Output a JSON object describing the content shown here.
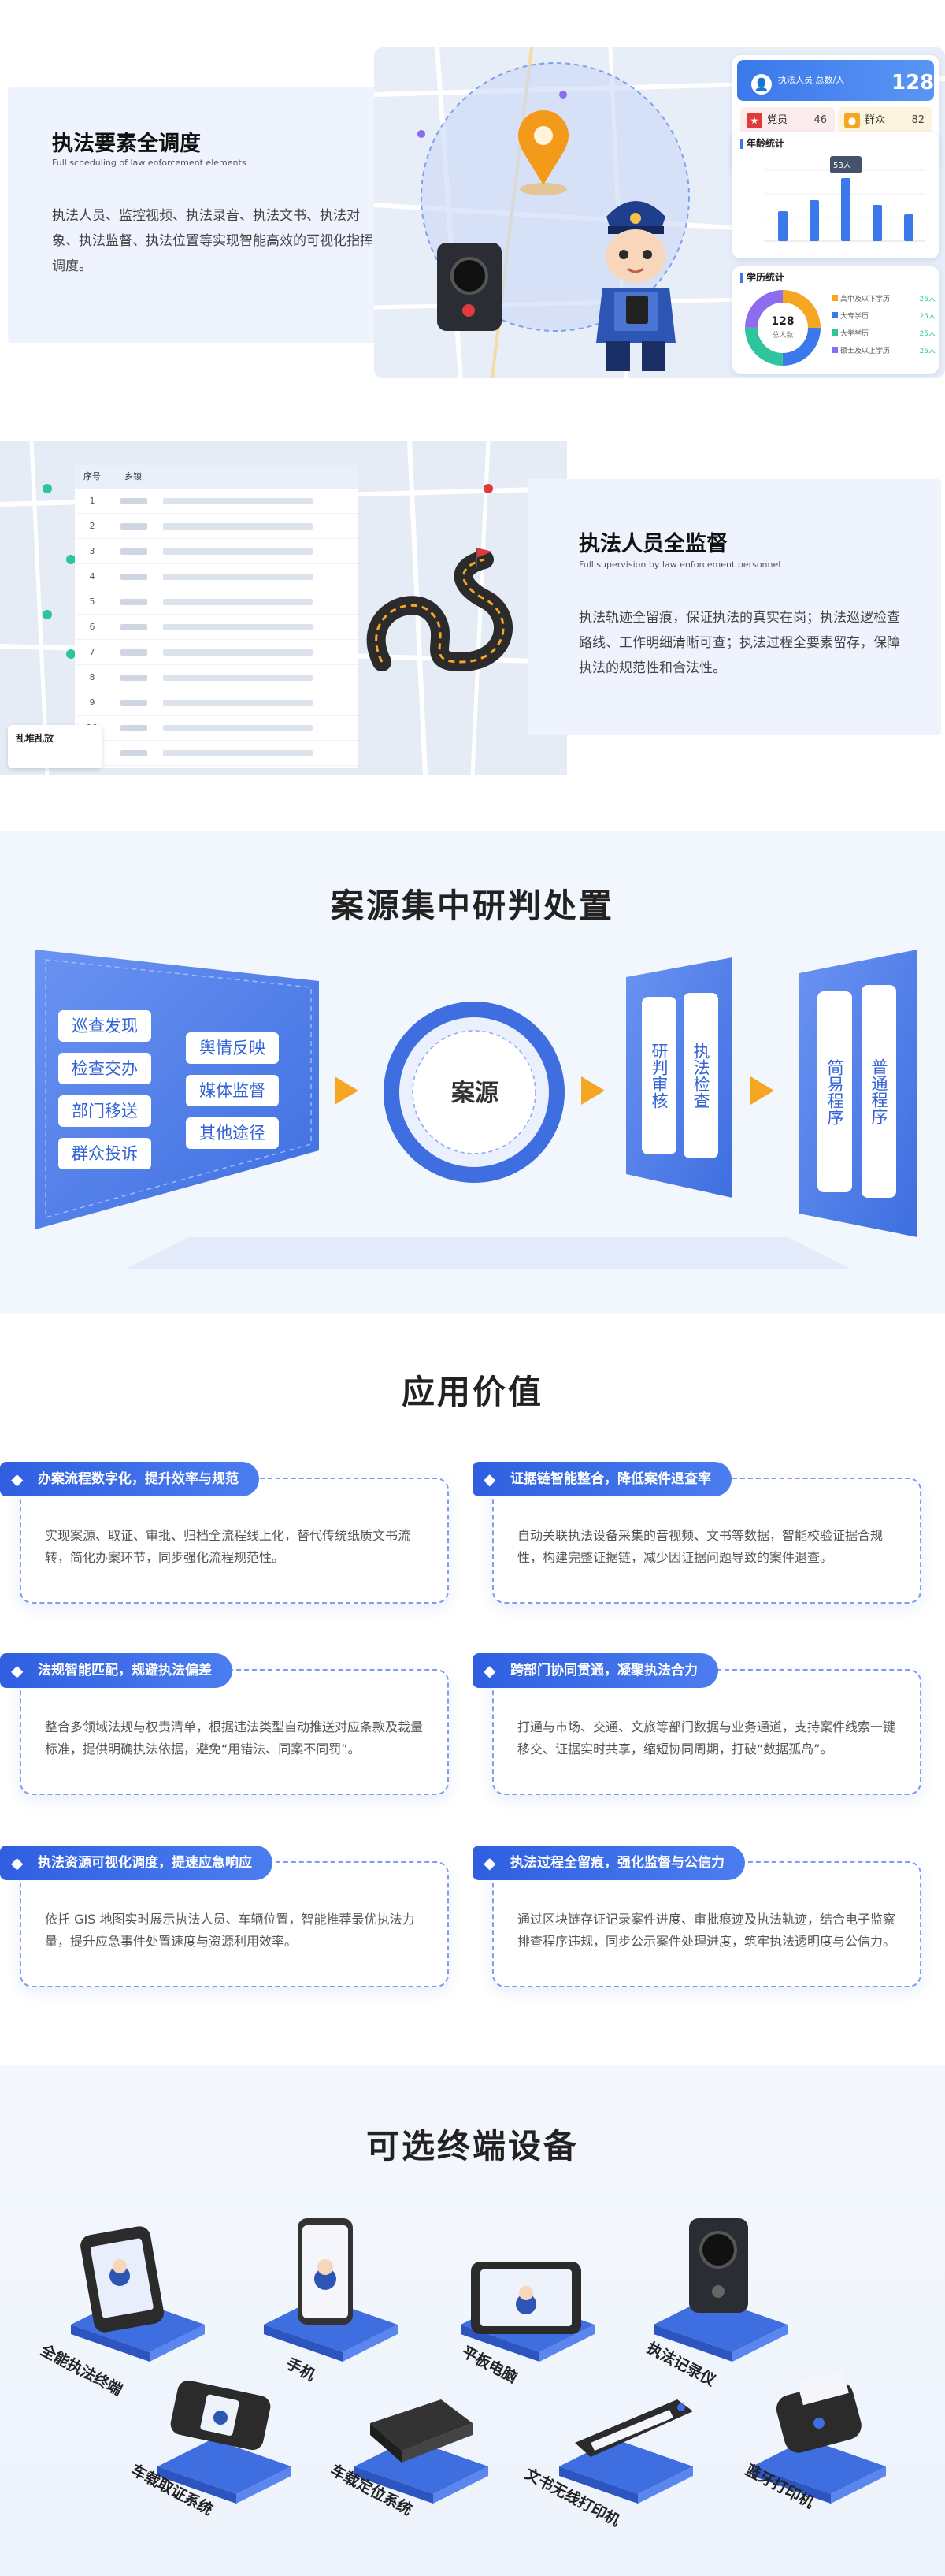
{
  "section1": {
    "title": "执法要素全调度",
    "subtitle": "Full scheduling of law enforcement elements",
    "body": "执法人员、监控视频、执法录音、执法文书、执法对象、执法监督、执法位置等实现智能高效的可视化指挥调度。",
    "dashboard": {
      "total_label": "执法人员 总数/人",
      "total_value": "128",
      "chip_a_label": "党员",
      "chip_a_value": "46",
      "chip_b_label": "群众",
      "chip_b_value": "82",
      "age_title": "年龄统计",
      "age_tooltip": "53人",
      "edu_title": "学历统计",
      "edu_center_value": "128",
      "edu_center_label": "总人数",
      "edu_legend": [
        {
          "label": "高中及以下学历",
          "value": "25人",
          "color": "#f5a623"
        },
        {
          "label": "大专学历",
          "value": "25人",
          "color": "#3b78ea"
        },
        {
          "label": "大学学历",
          "value": "25人",
          "color": "#2fc49c"
        },
        {
          "label": "硕士及以上学历",
          "value": "25人",
          "color": "#8d6cf0"
        }
      ]
    }
  },
  "section2": {
    "title": "执法人员全监督",
    "subtitle": "Full supervision by law enforcement personnel",
    "body": "执法轨迹全留痕，保证执法的真实在岗；执法巡逻检查路线、工作明细清晰可查；执法过程全要素留存，保障执法的规范性和合法性。",
    "table_headers": [
      "序号",
      "乡镇"
    ],
    "table_rows": [
      "1",
      "2",
      "3",
      "4",
      "5",
      "6",
      "7",
      "8",
      "9",
      "10",
      "11"
    ],
    "map_popup_title": "乱堆乱放"
  },
  "section3": {
    "title": "案源集中研判处置",
    "sources_left": [
      "巡查发现",
      "检查交办",
      "部门移送",
      "群众投诉"
    ],
    "sources_right": [
      "舆情反映",
      "媒体监督",
      "其他途径"
    ],
    "core": "案源",
    "step2": [
      "研判审核",
      "执法检查"
    ],
    "step3": [
      "简易程序",
      "普通程序"
    ]
  },
  "section4": {
    "title": "应用价值",
    "cards": [
      {
        "title": "办案流程数字化，提升效率与规范",
        "body": "实现案源、取证、审批、归档全流程线上化，替代传统纸质文书流转，简化办案环节，同步强化流程规范性。"
      },
      {
        "title": "证据链智能整合，降低案件退查率",
        "body": "自动关联执法设备采集的音视频、文书等数据，智能校验证据合规性，构建完整证据链，减少因证据问题导致的案件退查。"
      },
      {
        "title": "法规智能匹配，规避执法偏差",
        "body": "整合多领域法规与权责清单，根据违法类型自动推送对应条款及裁量标准，提供明确执法依据，避免“用错法、同案不同罚”。"
      },
      {
        "title": "跨部门协同贯通，凝聚执法合力",
        "body": "打通与市场、交通、文旅等部门数据与业务通道，支持案件线索一键移交、证据实时共享，缩短协同周期，打破“数据孤岛”。"
      },
      {
        "title": "执法资源可视化调度，提速应急响应",
        "body": "依托 GIS 地图实时展示执法人员、车辆位置，智能推荐最优执法力量，提升应急事件处置速度与资源利用效率。"
      },
      {
        "title": "执法过程全留痕，强化监督与公信力",
        "body": "通过区块链存证记录案件进度、审批痕迹及执法轨迹，结合电子监察排查程序违规，同步公示案件处理进度，筑牢执法透明度与公信力。"
      }
    ]
  },
  "section5": {
    "title": "可选终端设备",
    "devices": [
      "全能执法终端",
      "手机",
      "平板电脑",
      "执法记录仪",
      "车载取证系统",
      "车载定位系统",
      "文书无线打印机",
      "蓝牙打印机"
    ]
  }
}
